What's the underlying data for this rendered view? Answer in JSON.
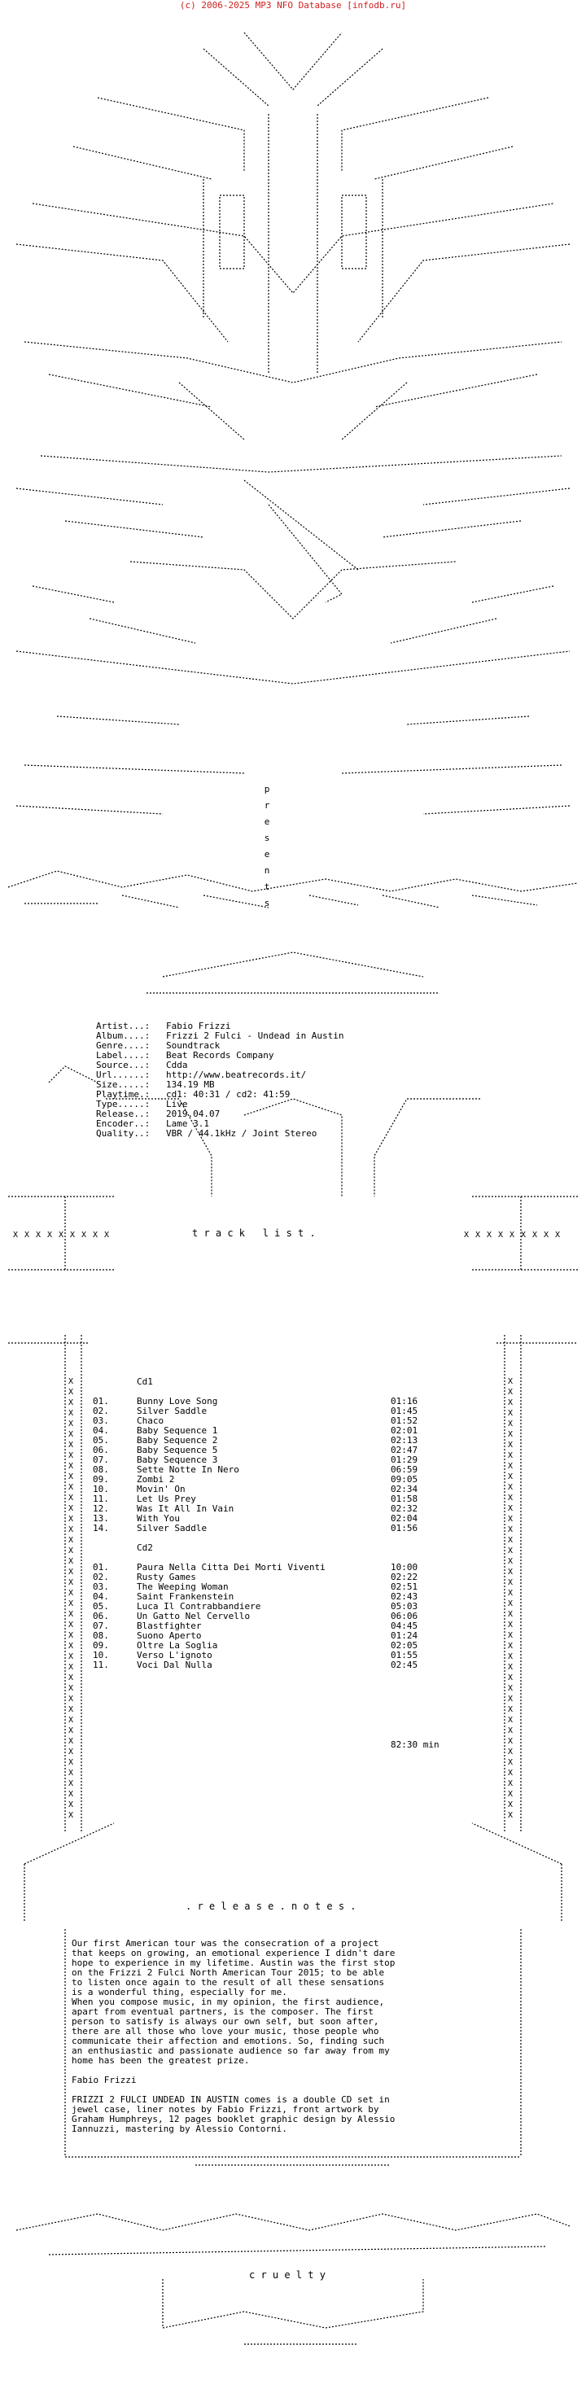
{
  "banner": "(c) 2006-2025 MP3 NFO Database [infodb.ru]",
  "presents": [
    "p",
    "r",
    "e",
    "s",
    "e",
    "n",
    "t",
    "s"
  ],
  "release_info": [
    {
      "key": "Artist...:",
      "value": "Fabio Frizzi"
    },
    {
      "key": "Album....:",
      "value": "Frizzi 2 Fulci - Undead in Austin"
    },
    {
      "key": "Genre....:",
      "value": "Soundtrack"
    },
    {
      "key": "Label....:",
      "value": "Beat Records Company"
    },
    {
      "key": "Source...:",
      "value": "Cdda"
    },
    {
      "key": "Url......:",
      "value": "http://www.beatrecords.it/"
    },
    {
      "key": "Size.....:",
      "value": "134.19 MB"
    },
    {
      "key": "Playtime.:",
      "value": "cd1: 40:31 / cd2: 41:59"
    },
    {
      "key": "Type.....:",
      "value": "Live"
    },
    {
      "key": "Release..:",
      "value": "2019.04.07"
    },
    {
      "key": "Encoder..:",
      "value": "Lame 3.1"
    },
    {
      "key": "Quality..:",
      "value": "VBR / 44.1kHz / Joint Stereo"
    }
  ],
  "tracklist_heading": "t r a c k   l i s t .",
  "cd1_label": "Cd1",
  "cd1": [
    {
      "n": "01.",
      "title": "Bunny Love Song",
      "time": "01:16"
    },
    {
      "n": "02.",
      "title": "Silver Saddle",
      "time": "01:45"
    },
    {
      "n": "03.",
      "title": "Chaco",
      "time": "01:52"
    },
    {
      "n": "04.",
      "title": "Baby Sequence 1",
      "time": "02:01"
    },
    {
      "n": "05.",
      "title": "Baby Sequence 2",
      "time": "02:13"
    },
    {
      "n": "06.",
      "title": "Baby Sequence 5",
      "time": "02:47"
    },
    {
      "n": "07.",
      "title": "Baby Sequence 3",
      "time": "01:29"
    },
    {
      "n": "08.",
      "title": "Sette Notte In Nero",
      "time": "06:59"
    },
    {
      "n": "09.",
      "title": "Zombi 2",
      "time": "09:05"
    },
    {
      "n": "10.",
      "title": "Movin' On",
      "time": "02:34"
    },
    {
      "n": "11.",
      "title": "Let Us Prey",
      "time": "01:58"
    },
    {
      "n": "12.",
      "title": "Was It All In Vain",
      "time": "02:32"
    },
    {
      "n": "13.",
      "title": "With You",
      "time": "02:04"
    },
    {
      "n": "14.",
      "title": "Silver Saddle",
      "time": "01:56"
    }
  ],
  "cd2_label": "Cd2",
  "cd2": [
    {
      "n": "01.",
      "title": "Paura Nella Citta Dei Morti Viventi",
      "time": "10:00"
    },
    {
      "n": "02.",
      "title": "Rusty Games",
      "time": "02:22"
    },
    {
      "n": "03.",
      "title": "The Weeping Woman",
      "time": "02:51"
    },
    {
      "n": "04.",
      "title": "Saint Frankenstein",
      "time": "02:43"
    },
    {
      "n": "05.",
      "title": "Luca Il Contrabbandiere",
      "time": "05:03"
    },
    {
      "n": "06.",
      "title": "Un Gatto Nel Cervello",
      "time": "06:06"
    },
    {
      "n": "07.",
      "title": "Blastfighter",
      "time": "04:45"
    },
    {
      "n": "08.",
      "title": "Suono Aperto",
      "time": "01:24"
    },
    {
      "n": "09.",
      "title": "Oltre La Soglia",
      "time": "02:05"
    },
    {
      "n": "10.",
      "title": "Verso L'ignoto",
      "time": "01:55"
    },
    {
      "n": "11.",
      "title": "Voci Dal Nulla",
      "time": "02:45"
    }
  ],
  "total_time": "82:30 min",
  "notes_heading": ". r e l e a s e . n o t e s .",
  "notes": [
    "Our first American tour was the consecration of a project",
    "that keeps on growing, an emotional experience I didn't dare",
    "hope to experience in my lifetime. Austin was the first stop",
    "on the Frizzi 2 Fulci North American Tour 2015; to be able",
    "to listen once again to the result of all these sensations",
    "is a wonderful thing, especially for me.",
    "When you compose music, in my opinion, the first audience,",
    "apart from eventual partners, is the composer. The first",
    "person to satisfy is always our own self, but soon after,",
    "there are all those who love your music, those people who",
    "communicate their affection and emotions. So, finding such",
    "an enthusiastic and passionate audience so far away from my",
    "home has been the greatest prize.",
    "",
    "Fabio Frizzi",
    "",
    "FRIZZI 2 FULCI UNDEAD IN AUSTIN comes is a double CD set in",
    "jewel case, liner notes by Fabio Frizzi, front artwork by",
    "Graham Humphreys, 12 pages booklet graphic design by Alessio",
    "Iannuzzi, mastering by Alessio Contorni."
  ],
  "footer_word": "c r u e l t y"
}
